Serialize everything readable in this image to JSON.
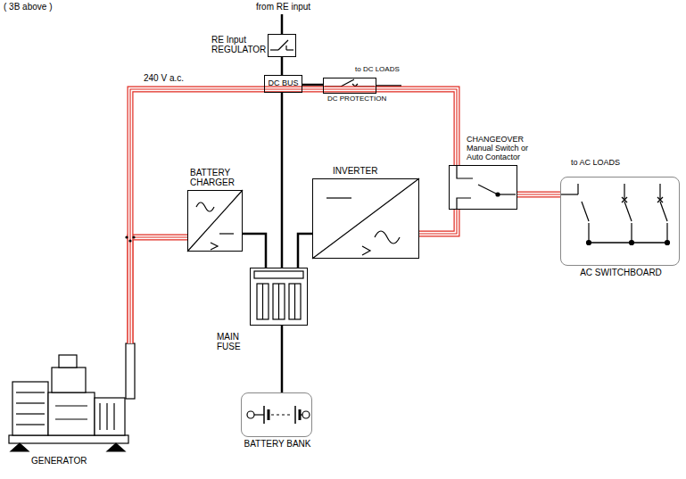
{
  "diagram": {
    "nodes": [
      {
        "text": [
          "RE Input REGULATOR"
        ]
      },
      {
        "text": [
          "DC BUS"
        ]
      },
      {
        "text": [
          "DC PROTECTION"
        ]
      },
      {
        "text": [
          "BATTERY CHARGER"
        ]
      },
      {
        "text": [
          "INVERTER"
        ]
      },
      {
        "text": [
          "CHANGEOVER Manual Switch or Auto Contactor"
        ]
      },
      {
        "text": [
          "AC SWITCHBOARD"
        ]
      },
      {
        "text": [
          "GENERATOR"
        ]
      },
      {
        "text": [
          "MAIN FUSE"
        ]
      },
      {
        "text": [
          "BATTERY BANK"
        ]
      }
    ],
    "edges": [
      {
        "from": 0,
        "to": 1,
        "arrow": "none"
      },
      {
        "from": 1,
        "to": 2,
        "arrow": "none"
      },
      {
        "from": 1,
        "to": 8,
        "arrow": "none"
      },
      {
        "from": 3,
        "to": 8,
        "arrow": "none"
      },
      {
        "from": 4,
        "to": 8,
        "arrow": "none"
      },
      {
        "from": 8,
        "to": 9,
        "arrow": "none"
      },
      {
        "from": 7,
        "to": 3,
        "arrow": "none"
      },
      {
        "from": 7,
        "to": 5,
        "arrow": "none",
        "label": "240 V a.c."
      },
      {
        "from": 4,
        "to": 5,
        "arrow": "none"
      },
      {
        "from": 5,
        "to": 6,
        "arrow": "none"
      }
    ],
    "labels": [
      "( 3B above )",
      "from RE input",
      "to DC LOADS",
      "to AC LOADS"
    ]
  }
}
